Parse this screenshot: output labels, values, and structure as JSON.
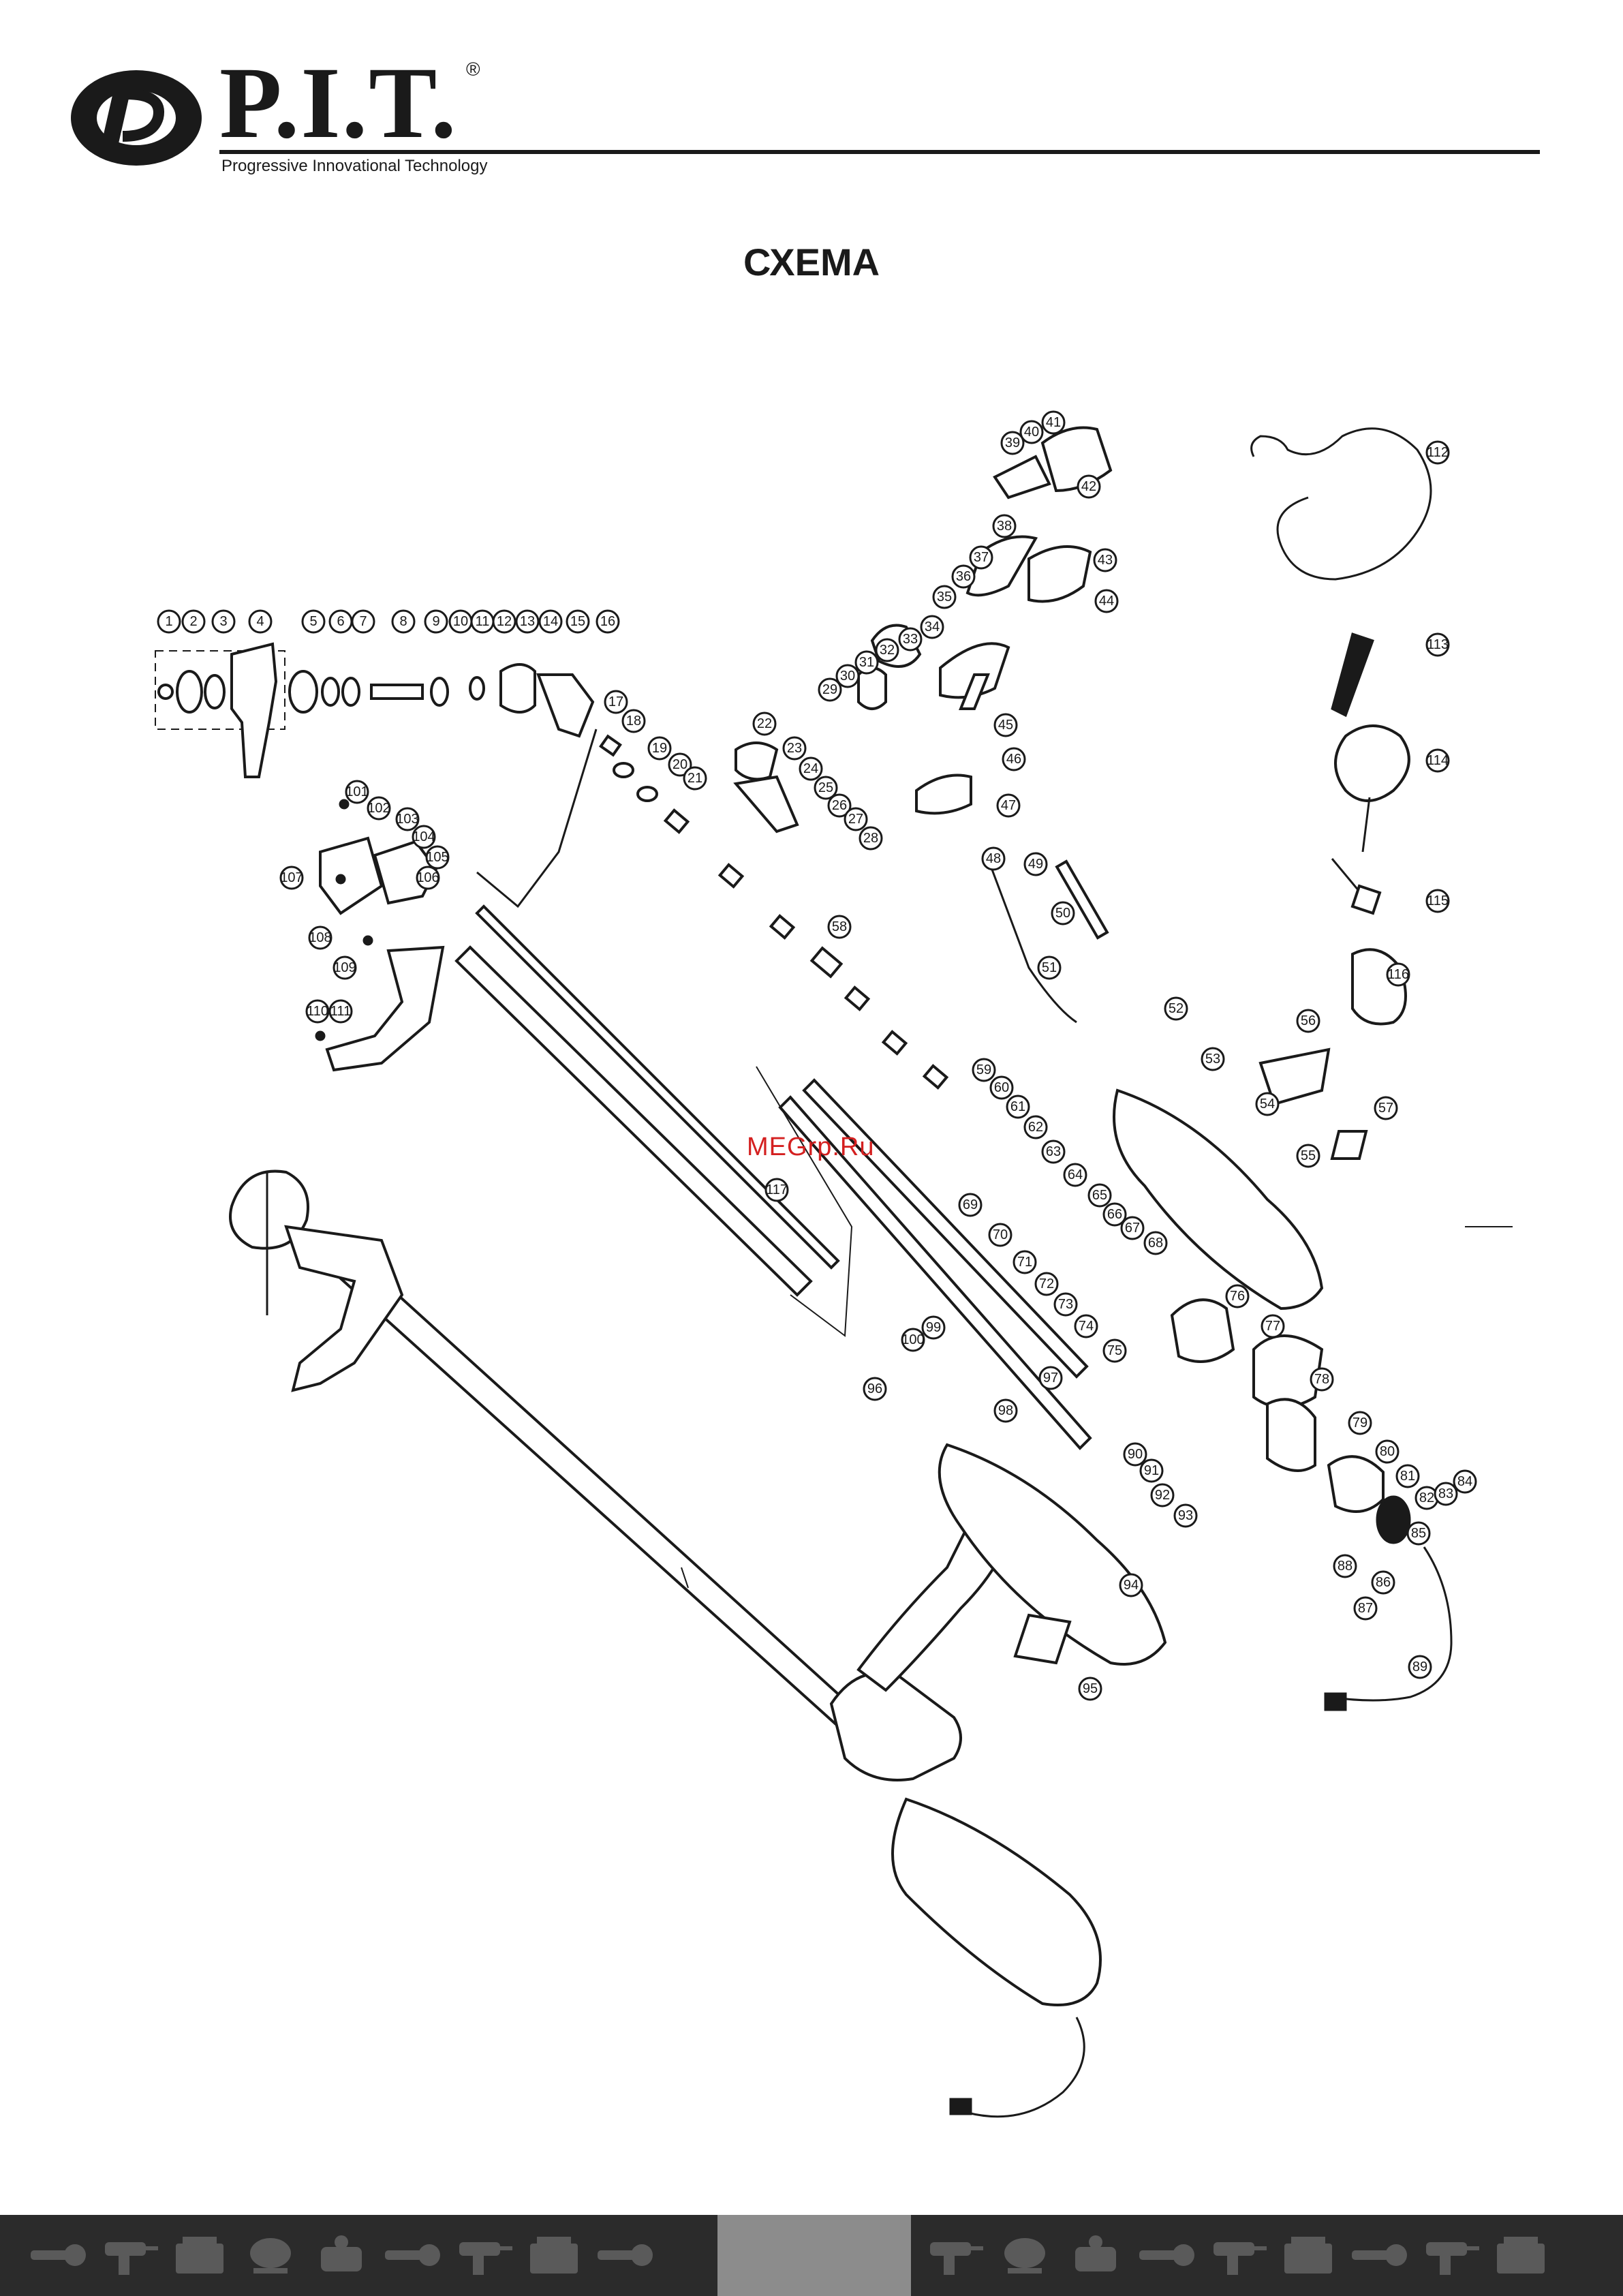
{
  "brand": {
    "name": "P.I.T.",
    "registered": "®",
    "tagline": "Progressive Innovational Technology"
  },
  "page_title": "СХЕМА",
  "watermark": "MEGrp.Ru",
  "callouts": {
    "head_row": [
      "1",
      "2",
      "3",
      "4",
      "5",
      "6",
      "7",
      "8",
      "9",
      "10",
      "11",
      "12",
      "13",
      "14",
      "15",
      "16"
    ],
    "shaft_row": [
      "17",
      "18",
      "19",
      "20",
      "21"
    ],
    "handle_group": [
      "22",
      "23",
      "24",
      "25",
      "26",
      "27",
      "28",
      "29",
      "30",
      "31",
      "32",
      "33",
      "34",
      "35",
      "36",
      "37",
      "38",
      "39",
      "40",
      "41",
      "42",
      "43",
      "44",
      "45",
      "46",
      "47",
      "48"
    ],
    "guard_group": [
      "101",
      "102",
      "103",
      "104",
      "105",
      "106",
      "107",
      "108",
      "109",
      "110",
      "111"
    ],
    "drive_group": [
      "58",
      "59",
      "60",
      "61",
      "62",
      "63",
      "64",
      "65",
      "66",
      "67",
      "68",
      "69",
      "70",
      "71",
      "72",
      "73",
      "74",
      "75",
      "76",
      "77"
    ],
    "motor_group": [
      "49",
      "50",
      "51",
      "52",
      "53",
      "54",
      "55",
      "56",
      "57",
      "78",
      "79",
      "80",
      "81",
      "82",
      "83",
      "84",
      "85",
      "86",
      "87",
      "88",
      "89",
      "90",
      "91",
      "92",
      "93",
      "94",
      "95",
      "96",
      "97",
      "98",
      "99",
      "100"
    ],
    "accessory_group": [
      "112",
      "113",
      "114",
      "115",
      "116",
      "117"
    ]
  },
  "colors": {
    "ink": "#1a1a1a",
    "watermark": "#d42020",
    "footer_band": "#2b2b2b",
    "footer_page_box": "#8c8c8c",
    "footer_icons": "#5a5a5a"
  },
  "footer": {
    "icons": [
      "grinder-icon",
      "drill-icon",
      "generator-icon",
      "mixer-icon",
      "compressor-icon",
      "grinder-icon",
      "drill-icon",
      "generator-icon",
      "grinder-icon",
      "drill-icon",
      "mixer-icon",
      "compressor-icon",
      "grinder-icon",
      "drill-icon",
      "generator-icon",
      "grinder-icon",
      "drill-icon",
      "generator-icon",
      "mixer-icon",
      "compressor-icon"
    ]
  }
}
